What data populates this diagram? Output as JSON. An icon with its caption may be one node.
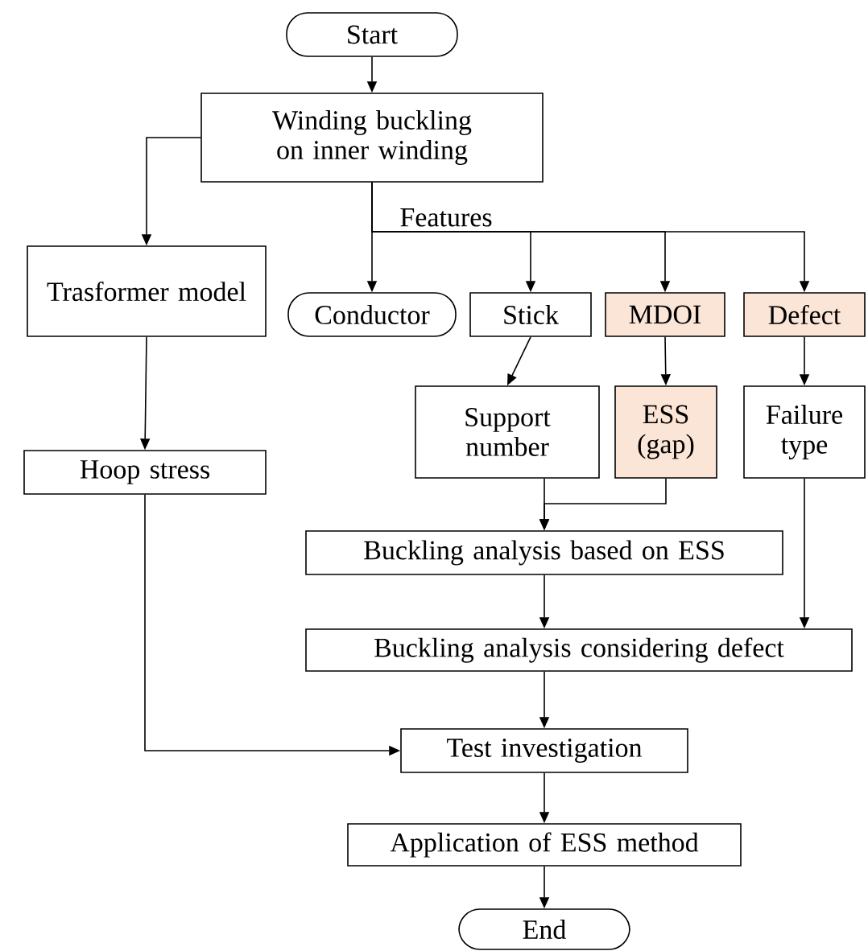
{
  "diagram": {
    "nodes": [
      {
        "text": [
          "Start"
        ]
      },
      {
        "text": [
          "Winding buckling on inner winding"
        ]
      },
      {
        "text": [
          "Trasformer model"
        ]
      },
      {
        "text": [
          "Conductor"
        ]
      },
      {
        "text": [
          "Stick"
        ]
      },
      {
        "text": [
          "MDOI"
        ]
      },
      {
        "text": [
          "Defect"
        ]
      },
      {
        "text": [
          "Support number"
        ]
      },
      {
        "text": [
          "ESS (gap)"
        ]
      },
      {
        "text": [
          "Failure type"
        ]
      },
      {
        "text": [
          "Hoop stress"
        ]
      },
      {
        "text": [
          "Buckling analysis based on ESS"
        ]
      },
      {
        "text": [
          "Buckling analysis considering defect"
        ]
      },
      {
        "text": [
          "Test investigation"
        ]
      },
      {
        "text": [
          "Application of ESS method"
        ]
      },
      {
        "text": [
          "End"
        ]
      }
    ],
    "edges": [
      {
        "from": 0,
        "to": 1,
        "arrow": "to"
      },
      {
        "from": 1,
        "to": 2,
        "arrow": "to"
      },
      {
        "from": 1,
        "to": 3,
        "arrow": "to"
      },
      {
        "from": 1,
        "to": 4,
        "arrow": "to"
      },
      {
        "from": 1,
        "to": 5,
        "arrow": "to"
      },
      {
        "from": 1,
        "to": 6,
        "arrow": "to"
      },
      {
        "from": 4,
        "to": 7,
        "arrow": "to"
      },
      {
        "from": 5,
        "to": 8,
        "arrow": "to"
      },
      {
        "from": 6,
        "to": 9,
        "arrow": "to"
      },
      {
        "from": 2,
        "to": 10,
        "arrow": "to"
      },
      {
        "from": 7,
        "to": 11,
        "arrow": "to"
      },
      {
        "from": 8,
        "to": 11,
        "arrow": "to"
      },
      {
        "from": 11,
        "to": 12,
        "arrow": "to"
      },
      {
        "from": 9,
        "to": 12,
        "arrow": "to"
      },
      {
        "from": 12,
        "to": 13,
        "arrow": "to"
      },
      {
        "from": 10,
        "to": 13,
        "arrow": "to"
      },
      {
        "from": 13,
        "to": 14,
        "arrow": "to"
      },
      {
        "from": 14,
        "to": 15,
        "arrow": "to"
      }
    ],
    "labels": [
      "Features"
    ]
  }
}
